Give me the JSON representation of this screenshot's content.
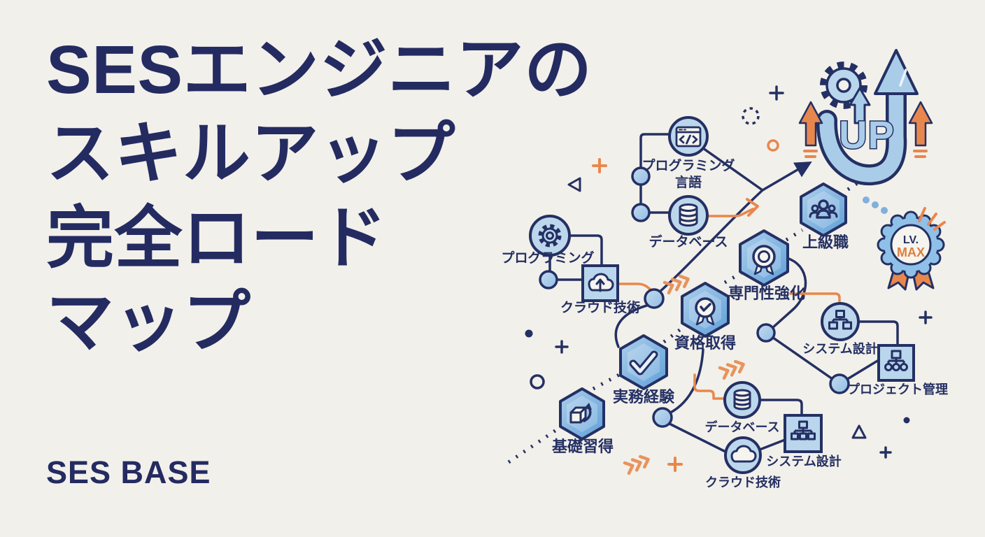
{
  "title": {
    "lines": [
      "SESエンジニアの",
      "スキルアップ",
      "完全ロード",
      "マップ"
    ]
  },
  "brand": {
    "name": "SES BASE"
  },
  "colors": {
    "background": "#f2f0ea",
    "navy": "#243063",
    "title_navy": "#242b61",
    "orange": "#e8874d",
    "node_fill": "#bcd7ec",
    "hexagon_fill_start": "#b7d6ee",
    "hexagon_fill_end": "#5f9fd8",
    "icon_fill": "#f6f4ef",
    "light_blue_dot": "#7fb0de"
  },
  "roadmap": {
    "nodes": [
      {
        "id": "programming-language",
        "shape": "circle",
        "icon": "code-window-icon",
        "label": "プログラミング",
        "label2": "言語"
      },
      {
        "id": "database-top",
        "shape": "circle",
        "icon": "database-icon",
        "label": "データベース"
      },
      {
        "id": "programming",
        "shape": "circle",
        "icon": "gear-icon",
        "label": "プログラミング"
      },
      {
        "id": "cloud-tech-top",
        "shape": "square",
        "icon": "cloud-upload-icon",
        "label": "クラウド技術"
      },
      {
        "id": "certification",
        "shape": "hexagon",
        "icon": "medal-check-icon",
        "label": "資格取得"
      },
      {
        "id": "specialization",
        "shape": "hexagon",
        "icon": "medal-icon",
        "label": "専門性強化"
      },
      {
        "id": "practical-experience",
        "shape": "hexagon",
        "icon": "check-icon",
        "label": "実務経験"
      },
      {
        "id": "fundamentals",
        "shape": "hexagon",
        "icon": "cube-arrow-icon",
        "label": "基礎習得"
      },
      {
        "id": "senior-role",
        "shape": "hexagon",
        "icon": "team-icon",
        "label": "上級職"
      },
      {
        "id": "system-design-right",
        "shape": "circle",
        "icon": "hierarchy-icon",
        "label": "システム設計"
      },
      {
        "id": "project-management",
        "shape": "square",
        "icon": "org-chart-icon",
        "label": "プロジェクト管理"
      },
      {
        "id": "database-bottom",
        "shape": "circle",
        "icon": "database-icon",
        "label": "データベース"
      },
      {
        "id": "cloud-tech-bottom",
        "shape": "circle",
        "icon": "cloud-icon",
        "label": "クラウド技術"
      },
      {
        "id": "system-design-bottom",
        "shape": "square",
        "icon": "hierarchy-icon",
        "label": "システム設計"
      }
    ],
    "badge": {
      "line1": "LV.",
      "line2": "MAX"
    },
    "up": {
      "text": "UP"
    }
  }
}
